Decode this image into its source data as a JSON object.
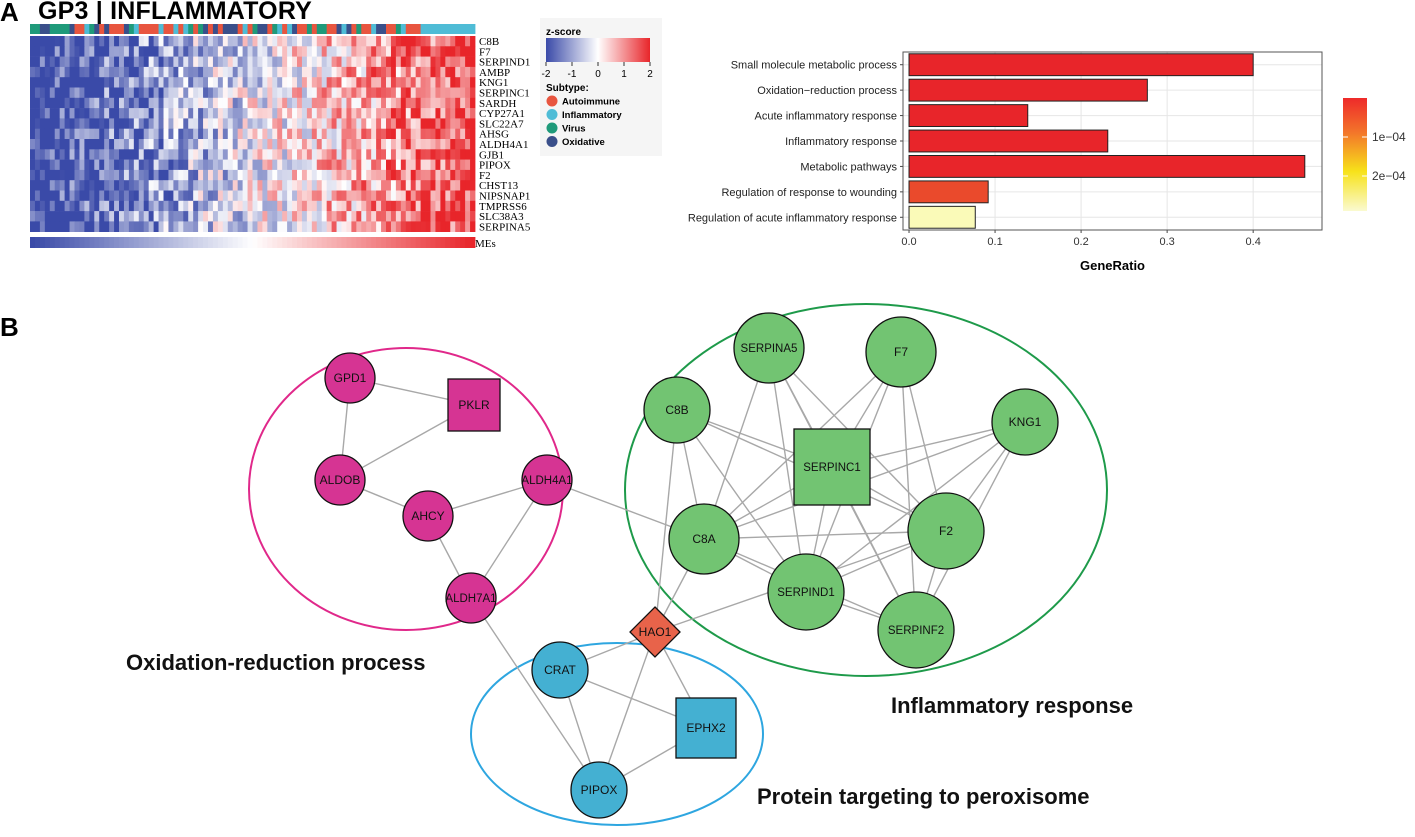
{
  "panel_a": {
    "letter": "A",
    "heatmap_title": "GP3 | INFLAMMATORY",
    "legend": {
      "zscore_title": "z-score",
      "zscore_ticks": [
        "-2",
        "-1",
        "0",
        "1",
        "2"
      ],
      "subtype_title": "Subtype:",
      "subtypes": [
        {
          "label": "Autoimmune",
          "color": "#e8553f"
        },
        {
          "label": "Inflammatory",
          "color": "#4fbcd6"
        },
        {
          "label": "Virus",
          "color": "#1f9a7a"
        },
        {
          "label": "Oxidative",
          "color": "#3a4f8a"
        }
      ]
    },
    "heatmap_genes": [
      "C8B",
      "F7",
      "SERPIND1",
      "AMBP",
      "KNG1",
      "SERPINC1",
      "SARDH",
      "CYP27A1",
      "SLC22A7",
      "AHSG",
      "ALDH4A1",
      "GJB1",
      "PIPOX",
      "F2",
      "CHST13",
      "NIPSNAP1",
      "TMPRSS6",
      "SLC38A3",
      "SERPINA5"
    ],
    "mes_label": "MEs"
  },
  "chart_data": [
    {
      "type": "bar",
      "orientation": "horizontal",
      "categories": [
        "Small molecule metabolic process",
        "Oxidation−reduction process",
        "Acute inflammatory response",
        "Inflammatory response",
        "Metabolic pathways",
        "Regulation of response to wounding",
        "Regulation of acute inflammatory response"
      ],
      "values": [
        0.4,
        0.277,
        0.138,
        0.231,
        0.46,
        0.092,
        0.077
      ],
      "p_adjust": [
        0.0,
        0.0,
        0.0,
        0.0,
        0.0,
        4e-05,
        0.00024
      ],
      "bar_colors": [
        "#e8252a",
        "#e8252a",
        "#e8252a",
        "#e8252a",
        "#e8252a",
        "#ea4a2c",
        "#fafab8"
      ],
      "xlabel": "GeneRatio",
      "xticks": [
        "0.0",
        "0.1",
        "0.2",
        "0.3",
        "0.4"
      ],
      "xlim": [
        -0.007,
        0.48
      ],
      "grid": true,
      "colorbar_ticks": [
        "1e−04",
        "2e−04"
      ],
      "colorbar_colors": [
        "#ee2a2a",
        "#f3742a",
        "#f7e21a",
        "#fafad0"
      ]
    },
    {
      "type": "heatmap",
      "rows": 19,
      "columns": 90,
      "zlim": [
        -2,
        2
      ],
      "colors": {
        "low": "#3a4aa8",
        "mid": "#ffffff",
        "high": "#e8252a"
      }
    }
  ],
  "panel_b": {
    "letter": "B",
    "clusters": [
      {
        "label": "Oxidation-reduction process",
        "color": "#e0288a"
      },
      {
        "label": "Inflammatory response",
        "color": "#1e9a4a"
      },
      {
        "label": "Protein targeting to peroxisome",
        "color": "#2ea6e0"
      }
    ],
    "nodes": [
      {
        "id": "GPD1",
        "shape": "circle",
        "color": "#d63493"
      },
      {
        "id": "PKLR",
        "shape": "square",
        "color": "#d63493"
      },
      {
        "id": "ALDOB",
        "shape": "circle",
        "color": "#d63493"
      },
      {
        "id": "AHCY",
        "shape": "circle",
        "color": "#d63493"
      },
      {
        "id": "ALDH4A1",
        "shape": "circle",
        "color": "#d63493"
      },
      {
        "id": "ALDH7A1",
        "shape": "circle",
        "color": "#d63493"
      },
      {
        "id": "SERPINA5",
        "shape": "circle",
        "color": "#72c472"
      },
      {
        "id": "F7",
        "shape": "circle",
        "color": "#72c472"
      },
      {
        "id": "C8B",
        "shape": "circle",
        "color": "#72c472"
      },
      {
        "id": "KNG1",
        "shape": "circle",
        "color": "#72c472"
      },
      {
        "id": "SERPINC1",
        "shape": "square",
        "color": "#72c472"
      },
      {
        "id": "C8A",
        "shape": "circle",
        "color": "#72c472"
      },
      {
        "id": "F2",
        "shape": "circle",
        "color": "#72c472"
      },
      {
        "id": "SERPIND1",
        "shape": "circle",
        "color": "#72c472"
      },
      {
        "id": "SERPINF2",
        "shape": "circle",
        "color": "#72c472"
      },
      {
        "id": "HAO1",
        "shape": "diamond",
        "color": "#e8634a"
      },
      {
        "id": "CRAT",
        "shape": "circle",
        "color": "#44b0d2"
      },
      {
        "id": "EPHX2",
        "shape": "square",
        "color": "#44b0d2"
      },
      {
        "id": "PIPOX",
        "shape": "circle",
        "color": "#44b0d2"
      }
    ],
    "edges": [
      [
        "GPD1",
        "PKLR"
      ],
      [
        "GPD1",
        "ALDOB"
      ],
      [
        "PKLR",
        "ALDOB"
      ],
      [
        "ALDOB",
        "AHCY"
      ],
      [
        "AHCY",
        "ALDH4A1"
      ],
      [
        "AHCY",
        "ALDH7A1"
      ],
      [
        "ALDH4A1",
        "ALDH7A1"
      ],
      [
        "ALDH4A1",
        "C8A"
      ],
      [
        "ALDH7A1",
        "PIPOX"
      ],
      [
        "SERPINA5",
        "SERPINC1"
      ],
      [
        "SERPINA5",
        "F2"
      ],
      [
        "SERPINA5",
        "SERPIND1"
      ],
      [
        "SERPINA5",
        "C8A"
      ],
      [
        "SERPINA5",
        "SERPINF2"
      ],
      [
        "F7",
        "SERPINC1"
      ],
      [
        "F7",
        "F2"
      ],
      [
        "F7",
        "SERPIND1"
      ],
      [
        "F7",
        "C8A"
      ],
      [
        "F7",
        "SERPINF2"
      ],
      [
        "C8B",
        "SERPINC1"
      ],
      [
        "C8B",
        "C8A"
      ],
      [
        "C8B",
        "F2"
      ],
      [
        "C8B",
        "SERPIND1"
      ],
      [
        "C8B",
        "HAO1"
      ],
      [
        "KNG1",
        "SERPINC1"
      ],
      [
        "KNG1",
        "F2"
      ],
      [
        "KNG1",
        "SERPIND1"
      ],
      [
        "KNG1",
        "SERPINF2"
      ],
      [
        "KNG1",
        "C8A"
      ],
      [
        "SERPINC1",
        "F2"
      ],
      [
        "SERPINC1",
        "SERPIND1"
      ],
      [
        "SERPINC1",
        "SERPINF2"
      ],
      [
        "SERPINC1",
        "C8A"
      ],
      [
        "C8A",
        "SERPIND1"
      ],
      [
        "C8A",
        "F2"
      ],
      [
        "C8A",
        "SERPINF2"
      ],
      [
        "C8A",
        "HAO1"
      ],
      [
        "F2",
        "SERPIND1"
      ],
      [
        "F2",
        "SERPINF2"
      ],
      [
        "SERPIND1",
        "SERPINF2"
      ],
      [
        "HAO1",
        "CRAT"
      ],
      [
        "HAO1",
        "EPHX2"
      ],
      [
        "HAO1",
        "PIPOX"
      ],
      [
        "HAO1",
        "F2"
      ],
      [
        "CRAT",
        "EPHX2"
      ],
      [
        "CRAT",
        "PIPOX"
      ],
      [
        "EPHX2",
        "PIPOX"
      ]
    ]
  }
}
